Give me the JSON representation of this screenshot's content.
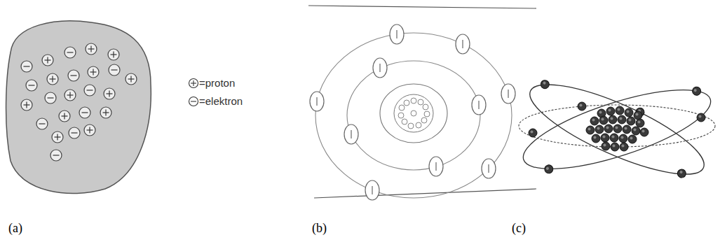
{
  "diagram": {
    "labels": [
      "(a)",
      "(b)",
      "(c)"
    ],
    "legend": [
      {
        "text": "=proton"
      },
      {
        "text": "=elektron"
      }
    ]
  }
}
